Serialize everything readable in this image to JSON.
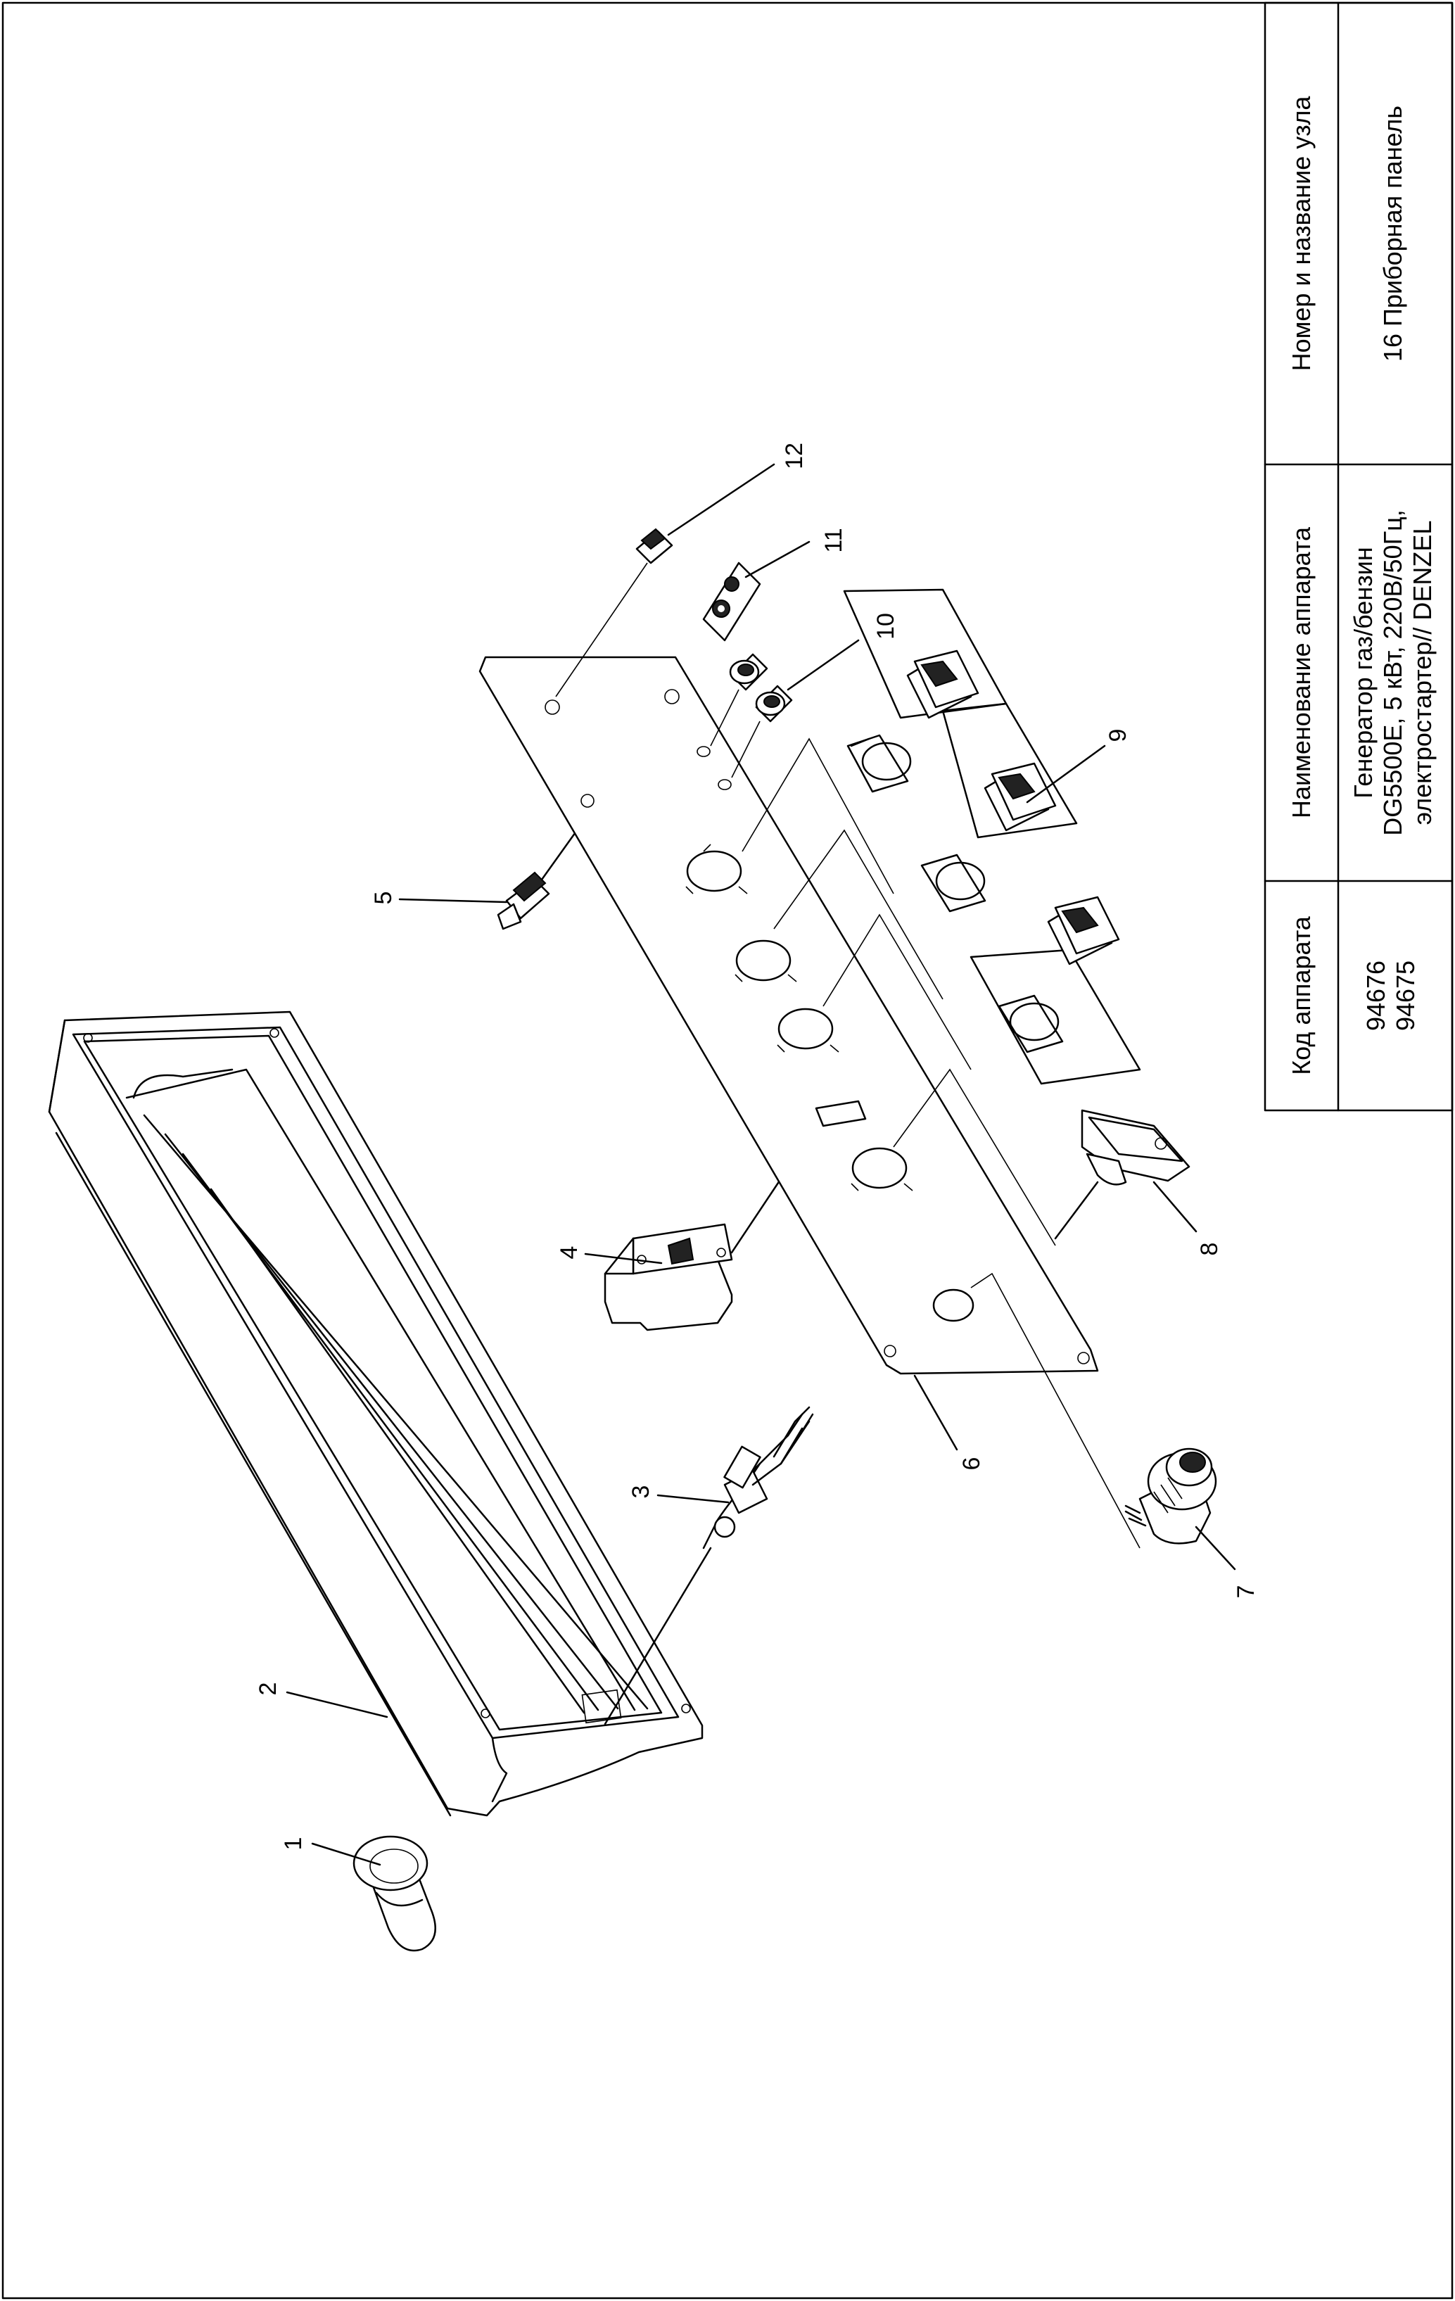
{
  "title_block": {
    "header_code": "Код аппарата",
    "header_name": "Наименование аппарата",
    "header_unit": "Номер и название узла",
    "codes": [
      "94676",
      "94675"
    ],
    "device_name_lines": [
      "Генератор газ/бензин",
      "DG5500E, 5 кВт, 220В/50Гц,",
      "электростартер// DENZEL"
    ],
    "unit_name": "16 Приборная панель"
  },
  "callouts": [
    "1",
    "2",
    "3",
    "4",
    "5",
    "6",
    "7",
    "8",
    "9",
    "10",
    "11",
    "12"
  ]
}
